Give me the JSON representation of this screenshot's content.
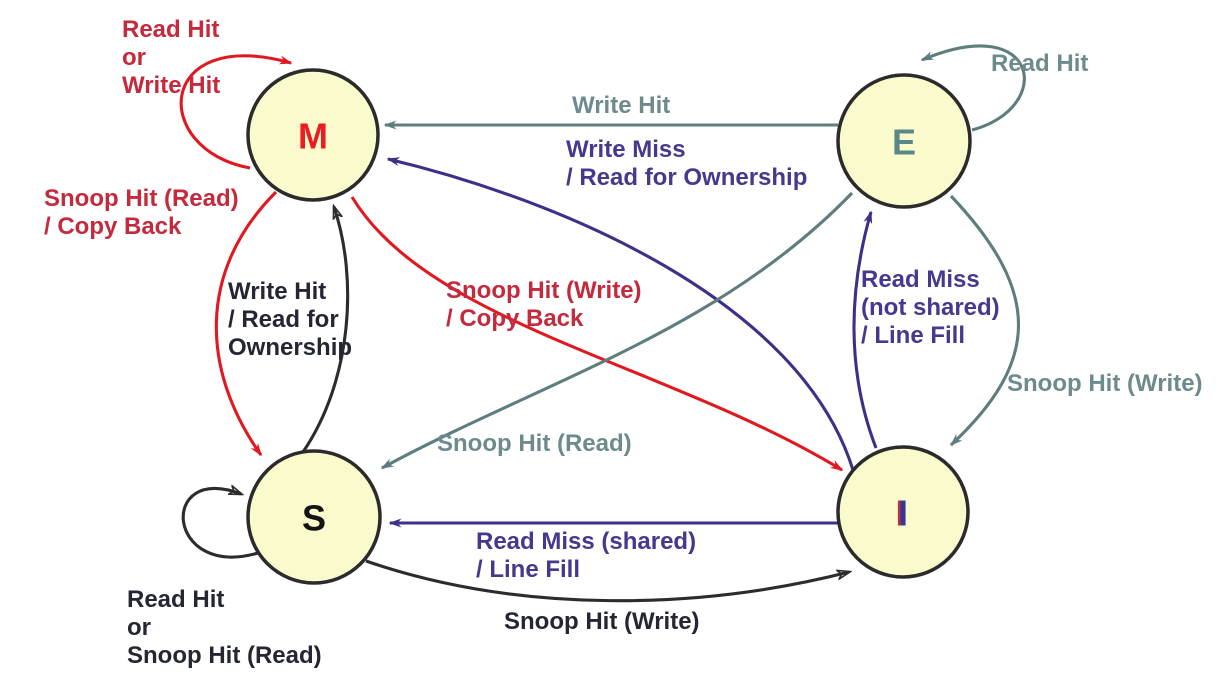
{
  "diagram": {
    "type": "state-diagram",
    "protocol_states": "MESI",
    "colors": {
      "node_fill": "#fbfacd",
      "node_border": "#2b2b2b",
      "red_line": "#e01920",
      "red_text": "#c4293c",
      "slate_line": "#5e7d7d",
      "slate_text": "#6d8a8c",
      "purple_line": "#3b3188",
      "purple_text": "#45398e",
      "black_line": "#2c2c2c",
      "black_text": "#232733",
      "letter_m": "#ea1c24",
      "letter_e": "#5c8787",
      "letter_s": "#141414",
      "letter_i": "#3b3694"
    },
    "states": [
      {
        "letter": "M"
      },
      {
        "letter": "E"
      },
      {
        "letter": "S"
      },
      {
        "letter": "I"
      }
    ],
    "transitions": [
      {
        "from": "M",
        "to": "M",
        "color": "red",
        "label": "Read Hit\nor\nWrite Hit"
      },
      {
        "from": "E",
        "to": "M",
        "color": "slate",
        "label": "Write Hit"
      },
      {
        "from": "I",
        "to": "M",
        "color": "purple",
        "label": "Write Miss\n/ Read for Ownership"
      },
      {
        "from": "M",
        "to": "S",
        "color": "red",
        "label": "Snoop Hit (Read)\n/ Copy Back"
      },
      {
        "from": "S",
        "to": "M",
        "color": "black",
        "label": "Write Hit\n/ Read for\nOwnership"
      },
      {
        "from": "M",
        "to": "I",
        "color": "red",
        "label": "Snoop Hit (Write)\n/ Copy Back"
      },
      {
        "from": "E",
        "to": "E",
        "color": "slate",
        "label": "Read Hit"
      },
      {
        "from": "I",
        "to": "E",
        "color": "purple",
        "label": "Read Miss\n(not shared)\n/ Line Fill"
      },
      {
        "from": "E",
        "to": "I",
        "color": "slate",
        "label": "Snoop Hit (Write)"
      },
      {
        "from": "E",
        "to": "S",
        "color": "slate",
        "label": "Snoop Hit (Read)"
      },
      {
        "from": "I",
        "to": "S",
        "color": "purple",
        "label": "Read Miss (shared)\n/ Line Fill"
      },
      {
        "from": "S",
        "to": "I",
        "color": "black",
        "label": "Snoop Hit (Write)"
      },
      {
        "from": "S",
        "to": "S",
        "color": "black",
        "label": "Read Hit\nor\nSnoop Hit (Read)"
      }
    ]
  }
}
